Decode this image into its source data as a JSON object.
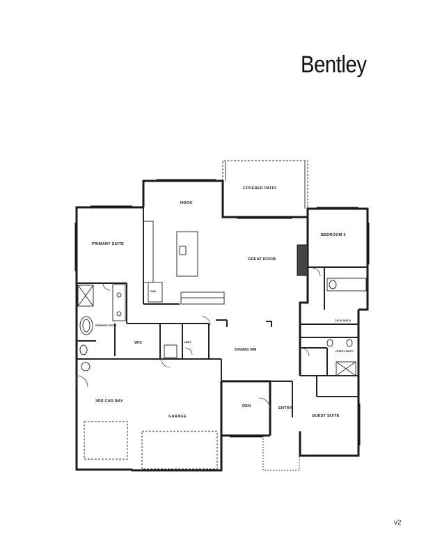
{
  "plan": {
    "title": "Bentley",
    "version": "v2",
    "rooms": {
      "covered_patio": "COVERED PATIO",
      "nook": "NOOK",
      "bedroom_3": "BEDROOM 3",
      "primary_suite": "PRIMARY SUITE",
      "great_room": "GREAT ROOM",
      "pantry": "PAN",
      "primary_bath": "PRIMARY BATH",
      "wic": "WIC",
      "lndy": "LNDY",
      "dining_rm": "DINING RM",
      "jack_bath": "JACK BATH",
      "guest_bath": "GUEST BATH",
      "third_car_bay": "3RD CAR BAY",
      "den": "DEN",
      "entry": "ENTRY",
      "garage": "GARAGE",
      "guest_suite": "GUEST SUITE"
    }
  },
  "colors": {
    "wall": "#1a1a1a",
    "line": "#333333",
    "background": "#ffffff"
  }
}
